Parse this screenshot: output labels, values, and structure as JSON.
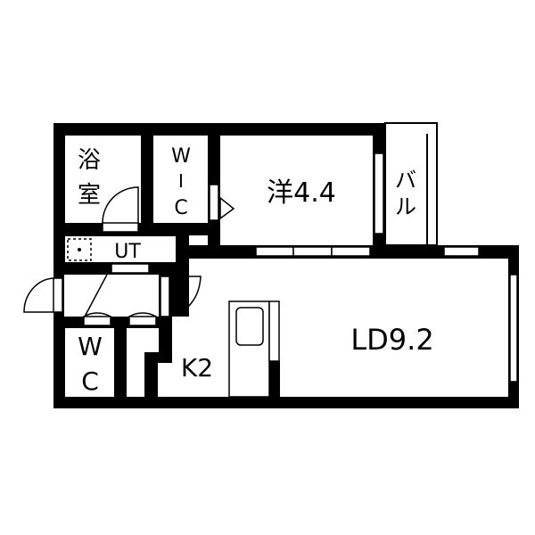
{
  "colors": {
    "wall": "#000000",
    "floor": "#ffffff"
  },
  "rooms": {
    "bath": {
      "chars": [
        "浴",
        "室"
      ]
    },
    "wic": {
      "chars": [
        "W",
        "I",
        "C"
      ]
    },
    "western": {
      "label": "洋4.4"
    },
    "balcony": {
      "chars": [
        "バ",
        "ル"
      ]
    },
    "utility": {
      "label": "UT"
    },
    "wc": {
      "chars": [
        "W",
        "C"
      ]
    },
    "kitchen": {
      "label": "K2"
    },
    "living_dining": {
      "label": "LD9.2"
    }
  }
}
